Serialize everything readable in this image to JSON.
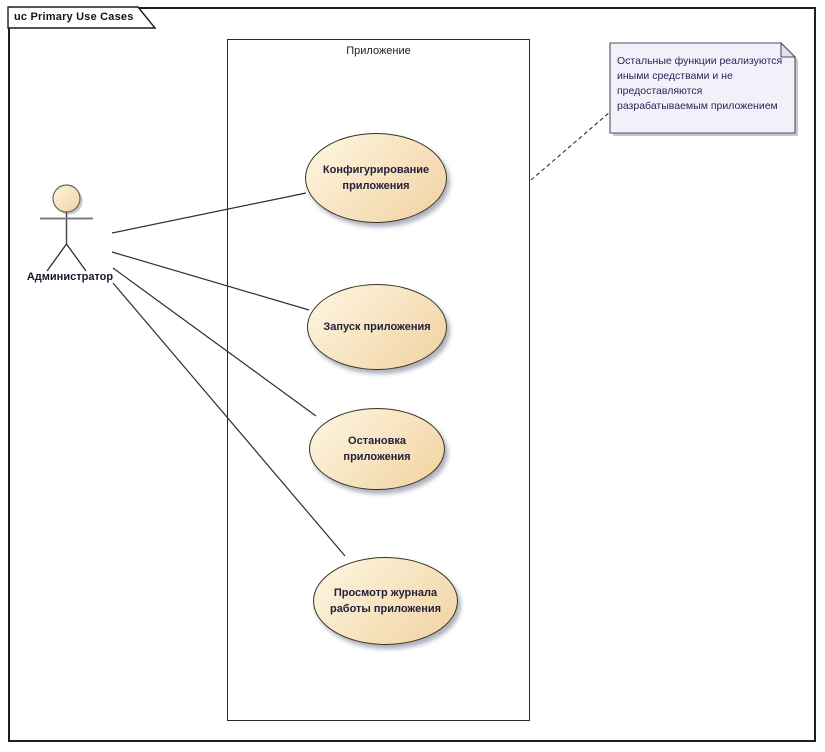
{
  "frame": {
    "title": "uc Primary Use Cases"
  },
  "system_boundary": {
    "label": "Приложение"
  },
  "actor": {
    "label": "Администратор"
  },
  "use_cases": [
    {
      "label": "Конфигурирование приложения"
    },
    {
      "label": "Запуск приложения"
    },
    {
      "label": "Остановка приложения"
    },
    {
      "label": "Просмотр журнала работы приложения"
    }
  ],
  "note": {
    "lines": [
      "Остальные функции реализуются",
      "иными средствами и не",
      "предоставляются",
      "разрабатываемым приложением"
    ]
  },
  "colors": {
    "usecase_fill_top": "#fdf6e4",
    "usecase_fill_bottom": "#f1d1a1",
    "usecase_border": "#3a3322",
    "note_fill": "#f3f0fa",
    "note_fold": "#e3def0",
    "note_text": "#26265a",
    "shadow": "#6e738a",
    "line": "#2f2f2f"
  }
}
